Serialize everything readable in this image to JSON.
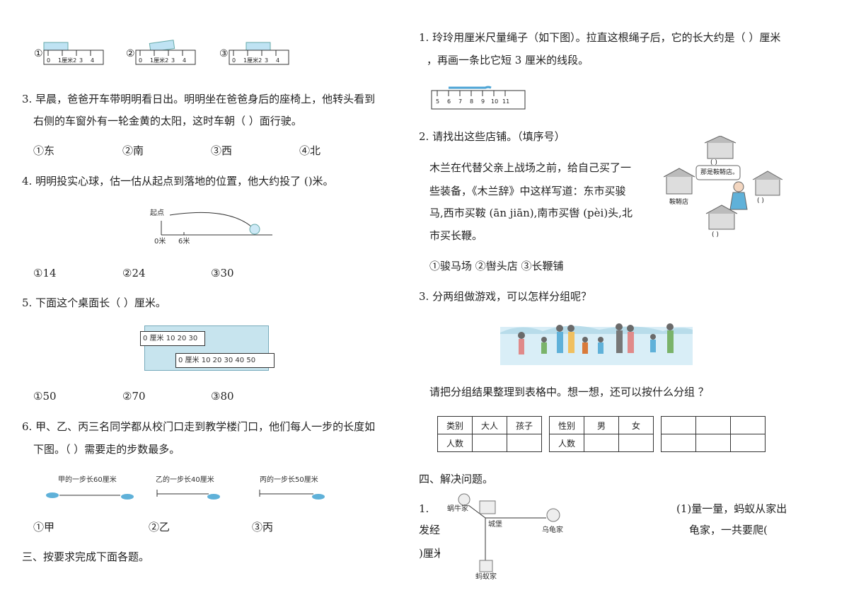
{
  "left": {
    "ruler_opts": [
      "①",
      "②",
      "③"
    ],
    "ruler_ticks": [
      "0",
      "1厘米2",
      "3",
      "4"
    ],
    "q3": {
      "line1": "3. 早晨，爸爸开车带明明看日出。明明坐在爸爸身后的座椅上，他转头看到",
      "line2": "右侧的车窗外有一轮金黄的太阳，这时车朝（    ）面行驶。",
      "options": [
        "①东",
        "②南",
        "③西",
        "④北"
      ]
    },
    "q4": {
      "text": "4. 明明投实心球，估一估从起点到落地的位置，他大约投了 ()米。",
      "fig_start": "起点",
      "fig_zero": "0米",
      "fig_six": "6米",
      "options": [
        "①14",
        "②24",
        "③30"
      ]
    },
    "q5": {
      "text": "5. 下面这个桌面长（    ）厘米。",
      "top_ruler": "0 厘米 10    20    30",
      "bottom_ruler": "0 厘米 10    20    30    40    50",
      "options": [
        "①50",
        "②70",
        "③80"
      ]
    },
    "q6": {
      "line1": "6. 甲、乙、丙三名同学都从校门口走到教学楼门口，他们每人一步的长度如",
      "line2": "下图。（    ）需要走的步数最多。",
      "steps": [
        "甲的一步长60厘米",
        "乙的一步长40厘米",
        "丙的一步长50厘米"
      ],
      "options": [
        "①甲",
        "②乙",
        "③丙"
      ]
    },
    "section3": "三、按要求完成下面各题。"
  },
  "right": {
    "q1": {
      "line1": "1. 玲玲用厘米尺量绳子（如下图）。拉直这根绳子后，它的长大约是（    ）厘米",
      "line2": "，再画一条比它短 3 厘米的线段。",
      "ticks": [
        "5",
        "6",
        "7",
        "8",
        "9",
        "10",
        "11"
      ]
    },
    "q2": {
      "title": "2. 请找出这些店铺。（填序号）",
      "para1": "木兰在代替父亲上战场之前，给自己买了一",
      "para2": "些装备，《木兰辞》中这样写道：东市买骏",
      "para3": "马,西市买鞍 (ān jiān),南市买辔 (pèi)头,北",
      "para4": "市买长鞭。",
      "options": "①骏马场  ②辔头店    ③长鞭铺",
      "bubble": "那是鞍鞯店。",
      "shop_label": "鞍鞯店",
      "blank": "(    )"
    },
    "q3": {
      "title": "3. 分两组做游戏，可以怎样分组呢？",
      "prompt": "请把分组结果整理到表格中。想一想，还可以按什么分组 ？",
      "table1": {
        "r1": [
          "类别",
          "大人",
          "孩子"
        ],
        "r2": [
          "人数",
          "",
          ""
        ]
      },
      "table2": {
        "r1": [
          "性别",
          "男",
          "女"
        ],
        "r2": [
          "人数",
          "",
          ""
        ]
      }
    },
    "section4": "四、解决问题。",
    "p1": {
      "num": "1.",
      "line_a": "(1)量一量，蚂蚁从家出",
      "line_b1": "发经",
      "line_b2": "龟家，一共要爬(",
      "line_c": ")厘米",
      "snail": "蜗牛家",
      "castle": "城堡",
      "turtle": "乌龟家",
      "ant": "蚂蚁家"
    }
  }
}
